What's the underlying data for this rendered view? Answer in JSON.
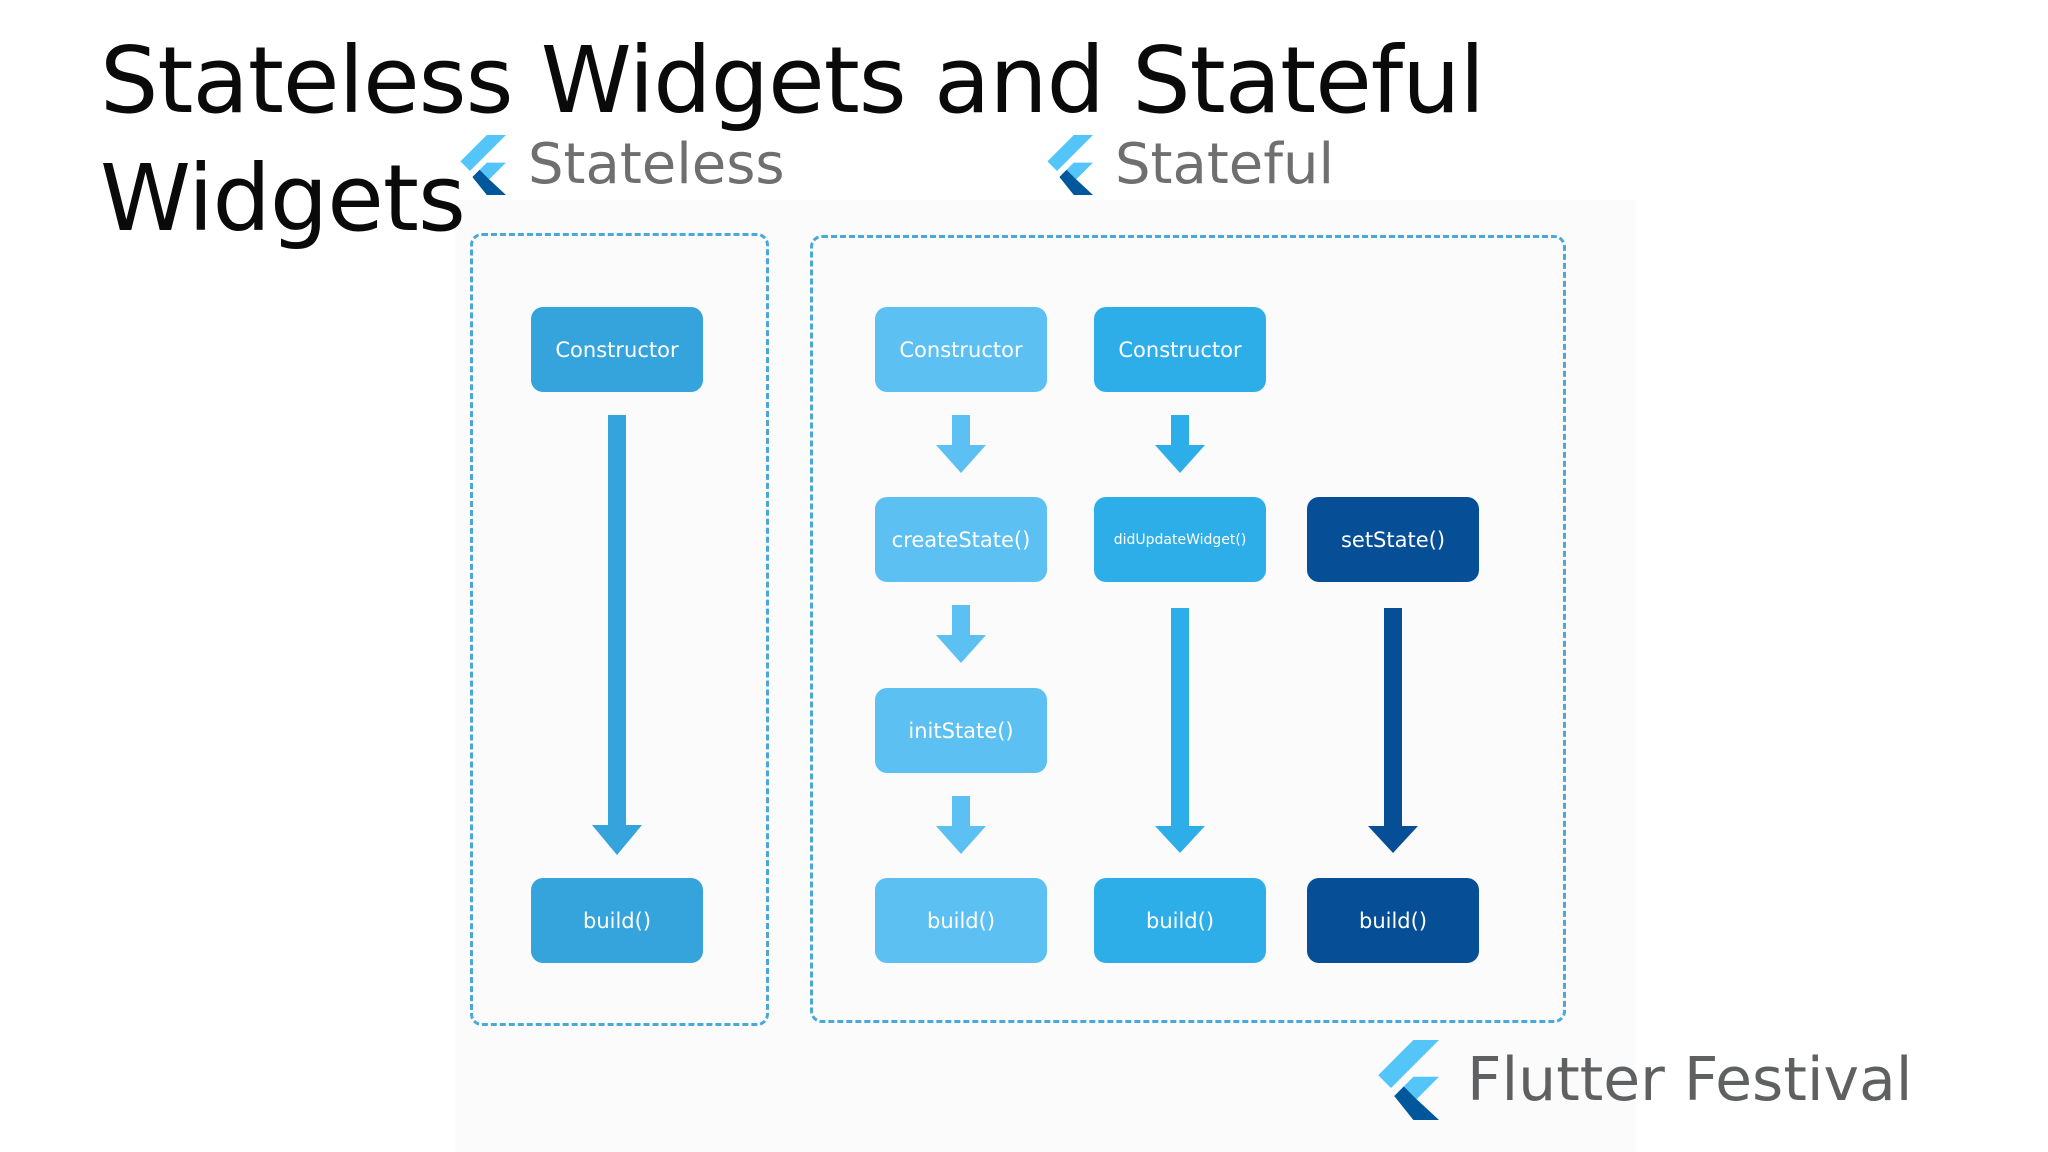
{
  "slide": {
    "title": "Stateless Widgets and Stateful Widgets"
  },
  "colors": {
    "box_border": "#4aa8d8",
    "node_mid": "#35a4dc",
    "node_light": "#5cc0f2",
    "node_bright": "#2eaee9",
    "node_dark": "#064f97",
    "flutter_light": "#54c5f8",
    "flutter_dark": "#01579b"
  },
  "icons": [
    "flutter-logo-icon"
  ],
  "stateless": {
    "heading": "Stateless",
    "nodes": {
      "constructor": "Constructor",
      "build": "build()"
    }
  },
  "stateful": {
    "heading": "Stateful",
    "col1": {
      "constructor": "Constructor",
      "create_state": "createState()",
      "init_state": "initState()",
      "build": "build()"
    },
    "col2": {
      "constructor": "Constructor",
      "did_update_widget": "didUpdateWidget()",
      "build": "build()"
    },
    "col3": {
      "set_state": "setState()",
      "build": "build()"
    }
  },
  "footer": {
    "brand": "Flutter Festival"
  }
}
